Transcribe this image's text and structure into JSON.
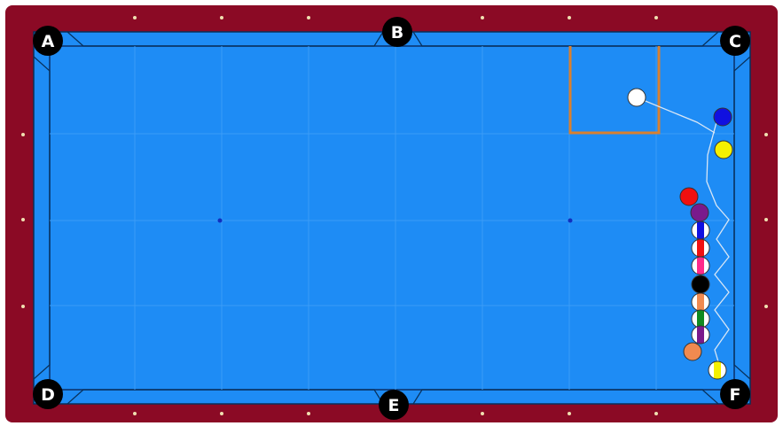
{
  "table": {
    "rail_color": "#8b0a25",
    "cushion_color": "#1e8cf5",
    "felt_color": "#1e8cf5",
    "grid_line_color": "#3b9cf8",
    "kitchen_box_color": "#d9802f",
    "spot_color": "#1030c0",
    "shot_path_color": "#d8e6f5"
  },
  "pockets": [
    {
      "id": "A",
      "label": "A"
    },
    {
      "id": "B",
      "label": "B"
    },
    {
      "id": "C",
      "label": "C"
    },
    {
      "id": "D",
      "label": "D"
    },
    {
      "id": "E",
      "label": "E"
    },
    {
      "id": "F",
      "label": "F"
    }
  ],
  "balls": [
    {
      "name": "cue-ball",
      "kind": "solid",
      "color": "#ffffff"
    },
    {
      "name": "ball-2-blue",
      "kind": "solid",
      "color": "#1010e0"
    },
    {
      "name": "ball-1-yellow",
      "kind": "solid",
      "color": "#f5f000"
    },
    {
      "name": "ball-3-red",
      "kind": "solid",
      "color": "#f01010"
    },
    {
      "name": "ball-4-purple",
      "kind": "solid",
      "color": "#7a1a8c"
    },
    {
      "name": "ball-10-blue-stripe",
      "kind": "stripe",
      "color": "#1010e0"
    },
    {
      "name": "ball-11-red-stripe",
      "kind": "stripe",
      "color": "#f01010"
    },
    {
      "name": "ball-pink-stripe",
      "kind": "stripe",
      "color": "#ff2a8a"
    },
    {
      "name": "ball-8-black",
      "kind": "solid",
      "color": "#000000"
    },
    {
      "name": "ball-13-orange-stripe",
      "kind": "stripe",
      "color": "#f08a50"
    },
    {
      "name": "ball-14-green-stripe",
      "kind": "stripe",
      "color": "#108a20"
    },
    {
      "name": "ball-12-purple-stripe",
      "kind": "stripe",
      "color": "#7a1a8c"
    },
    {
      "name": "ball-5-orange",
      "kind": "solid",
      "color": "#f08a50"
    },
    {
      "name": "ball-9-yellow-stripe",
      "kind": "stripe",
      "color": "#f5f000"
    }
  ]
}
